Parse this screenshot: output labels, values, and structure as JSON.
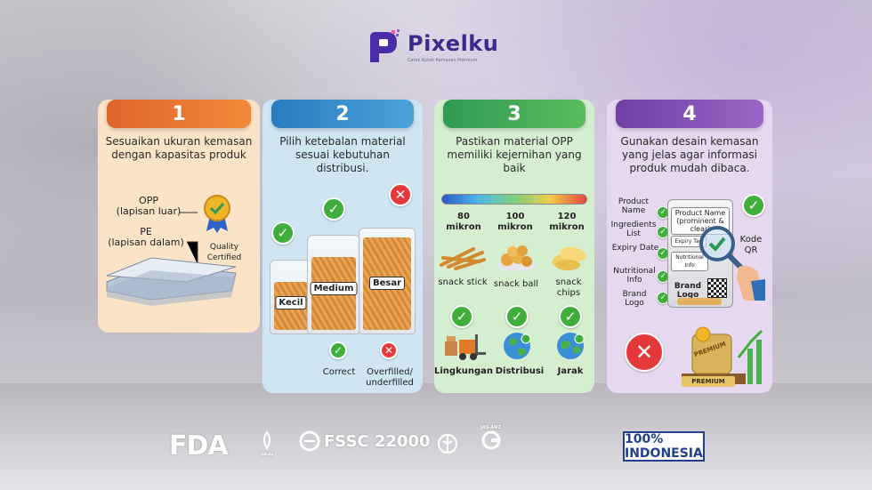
{
  "brand": {
    "name": "Pixelku",
    "tagline": "Cetak Kotak Kemasan Premium"
  },
  "cards": [
    {
      "number": "1",
      "title": "Sesuaikan ukuran kemasan dengan kapasitas produk",
      "opp_label": "OPP",
      "opp_sub": "(lapisan luar)",
      "pe_label": "PE",
      "pe_sub": "(lapisan dalam)",
      "badge": "Quality Certified",
      "colors": {
        "tab": "#e0652a",
        "bg": "#fbe3c8"
      }
    },
    {
      "number": "2",
      "title": "Pilih ketebalan material sesuai kebutuhan distribusi.",
      "bags": [
        "Kecil",
        "Medium",
        "Besar"
      ],
      "correct_label": "Correct",
      "wrong_label": "Overfilled/ underfilled",
      "colors": {
        "tab": "#2b7cc0",
        "bg": "#cfe6f2"
      }
    },
    {
      "number": "3",
      "title": "Pastikan material OPP memiliki kejernihan yang baik",
      "thickness": [
        {
          "value": "80",
          "unit": "mikron"
        },
        {
          "value": "100",
          "unit": "mikron"
        },
        {
          "value": "120",
          "unit": "mikron"
        }
      ],
      "snacks": [
        "snack stick",
        "snack ball",
        "snack chips"
      ],
      "factors": [
        "Lingkungan",
        "Distribusi",
        "Jarak"
      ],
      "colors": {
        "tab": "#2e9a52",
        "bg": "#d6eed0"
      }
    },
    {
      "number": "4",
      "title": "Gunakan desain kemasan yang jelas agar informasi produk mudah dibaca.",
      "callouts": [
        "Product Name",
        "Ingredients List",
        "Expiry Date",
        "Nutritional Info",
        "Brand Logo"
      ],
      "pack_name": "Product Name (prominent & clear)",
      "pack_expiry": "Expiry Tag",
      "pack_nutrition": "Nutritional Info",
      "pack_brand": "Brand Logo",
      "qr_label": "Kode QR",
      "premium": "PREMIUM",
      "colors": {
        "tab": "#6f3fa3",
        "bg": "#e6d8ef"
      }
    }
  ],
  "certifications": [
    "FDA",
    "HALAL",
    "FSSC 22000",
    "",
    "JAS-ANZ",
    "100% INDONESIA"
  ]
}
